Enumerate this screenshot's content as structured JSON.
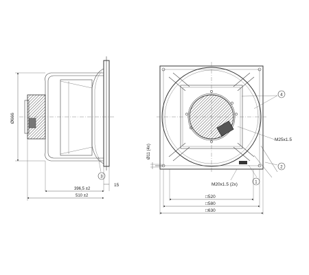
{
  "side_view": {
    "dim_diameter": "Ø666",
    "dim_15": "15",
    "dim_396": "396,5 ±2",
    "dim_510": "510 ±2",
    "callout_3": "3"
  },
  "front_view": {
    "dim_hole": "Ø11 (4x)",
    "dim_520": "□520",
    "dim_580": "□580",
    "dim_630": "□630",
    "label_m25": "M25x1.5",
    "label_m20": "M20x1.5 (2x)",
    "callout_4": "4",
    "callout_2": "2",
    "callout_1": "1"
  }
}
